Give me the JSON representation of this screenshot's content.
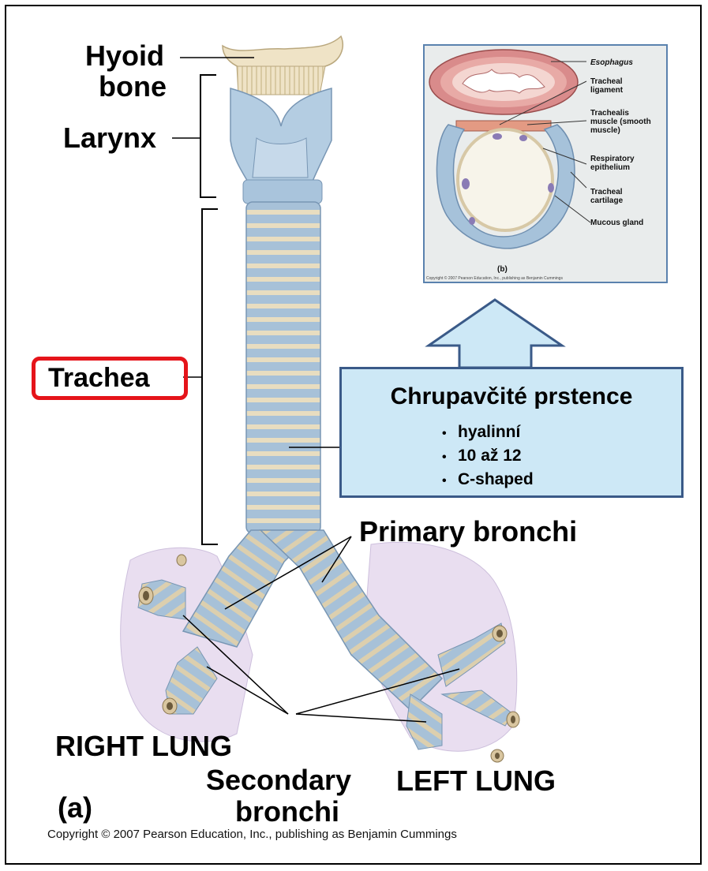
{
  "labels": {
    "hyoid_line1": "Hyoid",
    "hyoid_line2": "bone",
    "larynx": "Larynx",
    "trachea": "Trachea",
    "primary_bronchi": "Primary bronchi",
    "right_lung": "RIGHT LUNG",
    "secondary_line1": "Secondary",
    "secondary_line2": "bronchi",
    "left_lung": "LEFT LUNG",
    "figure_a": "(a)"
  },
  "info_box": {
    "title": "Chrupavčité prstence",
    "bullets": [
      "hyalinní",
      "10 až 12",
      "C-shaped"
    ],
    "bullet_symbol": "•"
  },
  "inset": {
    "labels": [
      "Esophagus",
      "Tracheal ligament",
      "Trachealis muscle (smooth muscle)",
      "Respiratory epithelium",
      "Tracheal cartilage",
      "Mucous gland"
    ],
    "esophagus": "Esophagus",
    "tracheal_ligament_1": "Tracheal",
    "tracheal_ligament_2": "ligament",
    "trachealis_1": "Trachealis",
    "trachealis_2": "muscle (smooth",
    "trachealis_3": "muscle)",
    "epithelium_1": "Respiratory",
    "epithelium_2": "epithelium",
    "cartilage_1": "Tracheal",
    "cartilage_2": "cartilage",
    "mucous_gland": "Mucous gland",
    "figure_b": "(b)",
    "copyright": "Copyright © 2007 Pearson Education, Inc., publishing as Benjamin Cummings"
  },
  "copyright": "Copyright © 2007 Pearson Education, Inc., publishing as Benjamin Cummings",
  "colors": {
    "cartilage_blue": "#a9c4dc",
    "cartilage_dark": "#6f8fb0",
    "bone_beige": "#efe3c6",
    "lung_lilac": "#e7dcef",
    "highlight_red": "#e5141a",
    "info_fill": "#cde8f6",
    "info_border": "#3a5a88"
  }
}
